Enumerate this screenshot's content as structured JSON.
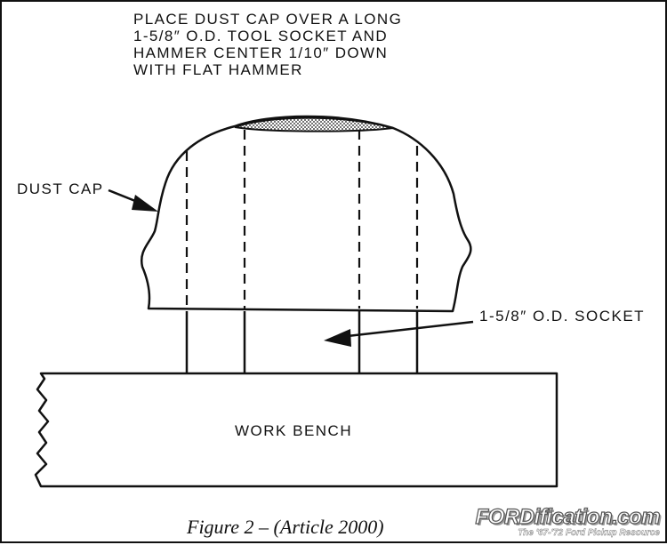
{
  "labels": {
    "instruction": [
      "PLACE DUST CAP OVER A LONG",
      "1-5/8″ O.D. TOOL SOCKET AND",
      "HAMMER CENTER 1/10″ DOWN",
      "WITH FLAT HAMMER"
    ],
    "dust_cap": "DUST CAP",
    "socket": "1-5/8″ O.D. SOCKET",
    "work_bench": "WORK BENCH"
  },
  "caption": "Figure 2 – (Article 2000)",
  "watermark": {
    "name": "FORDification.com",
    "tagline": "The '67-'72 Ford Pickup Resource"
  }
}
